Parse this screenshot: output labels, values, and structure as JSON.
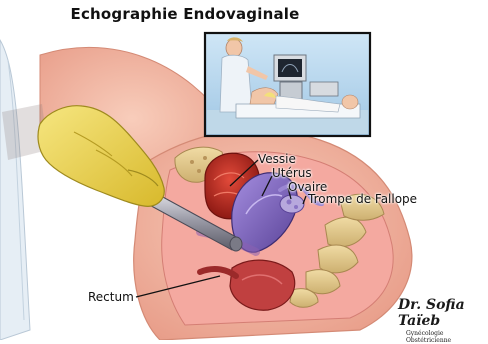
{
  "title": "Echographie Endovaginale",
  "labels": {
    "vessie": "Vessie",
    "uterus": "Utérus",
    "ovaire": "Ovaire",
    "trompe": "Trompe de Fallope",
    "rectum": "Rectum"
  },
  "signature": {
    "name": "Dr. Sofia Taïeb",
    "subtitle": "Gynécologie Obstétricienne"
  },
  "icons": {
    "inset": "ultrasound-exam-scene",
    "probe": "endovaginal-probe-icon",
    "glove": "gloved-hand-icon"
  },
  "colors": {
    "skin": "#f3b8a4",
    "glove": "#f0dc4e",
    "bladder": "#c02a20",
    "uterus": "#7860b8",
    "bone": "#e7cf8e",
    "rectum": "#b23030"
  }
}
